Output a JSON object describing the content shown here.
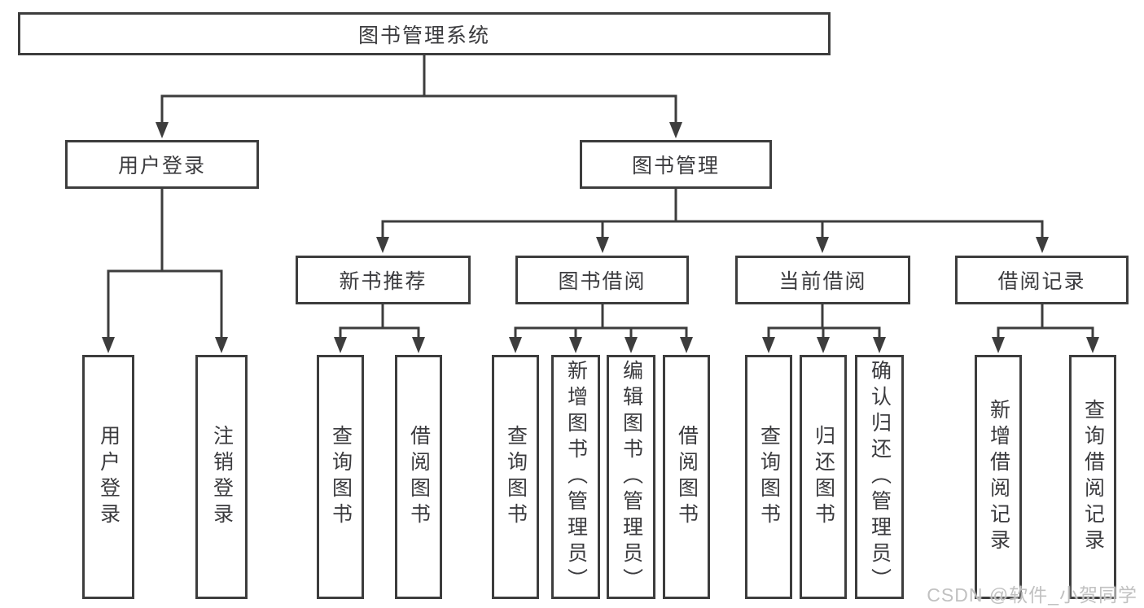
{
  "diagram": {
    "type": "hierarchy-chart",
    "colors": {
      "border": "#3d3d3d",
      "line": "#3d3d3d",
      "text": "#3b3b3e",
      "background": "#ffffff",
      "watermark": "#bebebe"
    },
    "tree": {
      "label": "图书管理系统",
      "children": [
        {
          "label": "用户登录",
          "children": [
            {
              "label": "用户登录"
            },
            {
              "label": "注销登录"
            }
          ]
        },
        {
          "label": "图书管理",
          "children": [
            {
              "label": "新书推荐",
              "children": [
                {
                  "label": "查询图书"
                },
                {
                  "label": "借阅图书"
                }
              ]
            },
            {
              "label": "图书借阅",
              "children": [
                {
                  "label": "查询图书"
                },
                {
                  "label": "新增图书（管理员）"
                },
                {
                  "label": "编辑图书（管理员）"
                },
                {
                  "label": "借阅图书"
                }
              ]
            },
            {
              "label": "当前借阅",
              "children": [
                {
                  "label": "查询图书"
                },
                {
                  "label": "归还图书"
                },
                {
                  "label": "确认归还（管理员）"
                }
              ]
            },
            {
              "label": "借阅记录",
              "children": [
                {
                  "label": "新增借阅记录"
                },
                {
                  "label": "查询借阅记录"
                }
              ]
            }
          ]
        }
      ]
    }
  },
  "watermark": {
    "text": "CSDN @软件_小贺同学"
  }
}
